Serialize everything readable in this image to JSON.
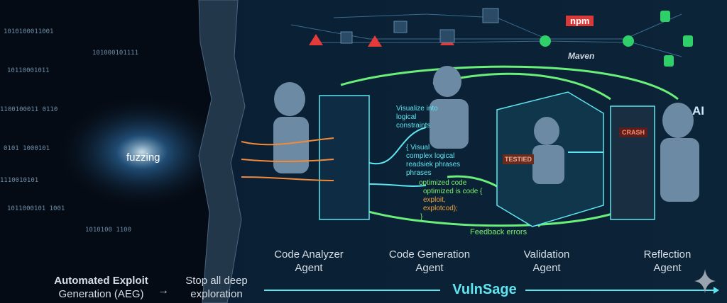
{
  "left_panel": {
    "fuzzing_label": "fuzzing",
    "binary_streams": [
      "1010100011001",
      "10110001011",
      "1100100011 0110",
      "0101 1000101",
      "1110010101",
      "1011000101 1001",
      "101000101111",
      "1010100 1100"
    ]
  },
  "top_pipeline": {
    "npm_label": "npm",
    "maven_label": "Maven"
  },
  "annotations": {
    "visualize": "Visualize into logical constraints",
    "visual_complex_line1": "{ Visual",
    "visual_complex_line2": "complex logical",
    "visual_complex_line3": "readsiek phrases",
    "visual_complex_line4": "phrases",
    "optimized_line1": "optimized code",
    "optimized_line2": "optimized is code {",
    "optimized_line3": "exploit,",
    "optimized_line4": "explotcod);",
    "optimized_line5": "}",
    "tested_label": "TESTIED",
    "crash_label": "CRASH",
    "ai_label": "AI",
    "feedback": "Feedback errors"
  },
  "agents": [
    {
      "line1": "Code Analyzer",
      "line2": "Agent"
    },
    {
      "line1": "Code Generation",
      "line2": "Agent"
    },
    {
      "line1": "Validation",
      "line2": "Agent"
    },
    {
      "line1": "Reflection",
      "line2": "Agent"
    }
  ],
  "bottom": {
    "aeg_line1": "Automated Exploit",
    "aeg_line2": "Generation (AEG)",
    "arrow": "→",
    "stop_line1": "Stop all deep",
    "stop_line2": "exploration",
    "vulnsage": "VulnSage"
  },
  "colors": {
    "cyan": "#5ee6f0",
    "green": "#6af07a",
    "orange": "#f2a23a",
    "red": "#e33a3a",
    "bg": "#06101c"
  }
}
